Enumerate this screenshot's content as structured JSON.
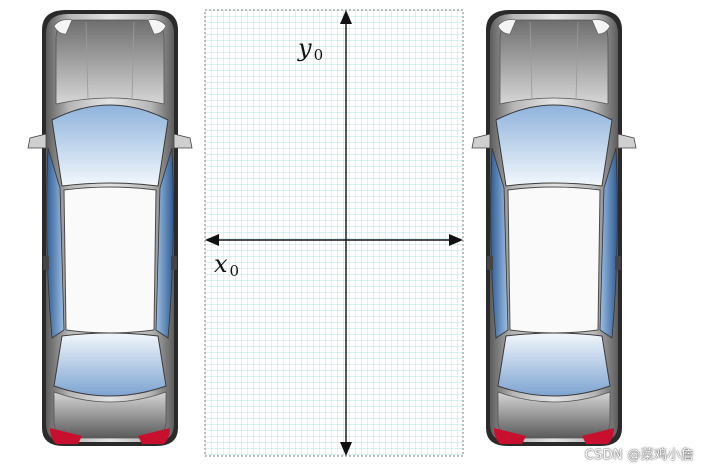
{
  "diagram": {
    "y_axis_label": "y",
    "y_axis_subscript": "0",
    "x_axis_label": "x",
    "x_axis_subscript": "0",
    "watermark": "CSDN @菜鸡小詹"
  },
  "colors": {
    "grid_line": "#9fdada",
    "axis": "#111111",
    "car_body": "#8e8e8e",
    "glass": "#c7dcf2",
    "taillight": "#c8102e"
  },
  "icons": [
    "car-left-icon",
    "car-right-icon"
  ]
}
